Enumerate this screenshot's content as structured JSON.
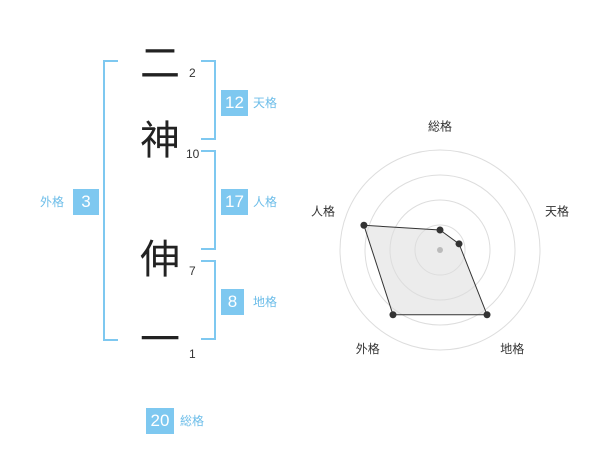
{
  "name": {
    "chars": [
      {
        "char": "二",
        "strokes": "2"
      },
      {
        "char": "神",
        "strokes": "10"
      },
      {
        "char": "伸",
        "strokes": "7"
      },
      {
        "char": "一",
        "strokes": "1"
      }
    ]
  },
  "fortunes": {
    "tenkaku": {
      "value": "12",
      "label": "天格"
    },
    "jinkaku": {
      "value": "17",
      "label": "人格"
    },
    "chikaku": {
      "value": "8",
      "label": "地格"
    },
    "gaikaku": {
      "value": "3",
      "label": "外格"
    },
    "soukaku": {
      "value": "20",
      "label": "総格"
    }
  },
  "colors": {
    "accent": "#7ec8f0",
    "label_text": "#6cbde9"
  },
  "chart_data": {
    "type": "radar",
    "axes": [
      "総格",
      "天格",
      "地格",
      "外格",
      "人格"
    ],
    "values": [
      1,
      1,
      4,
      4,
      4
    ],
    "rmax": 5,
    "rings": 4,
    "grid": true
  }
}
